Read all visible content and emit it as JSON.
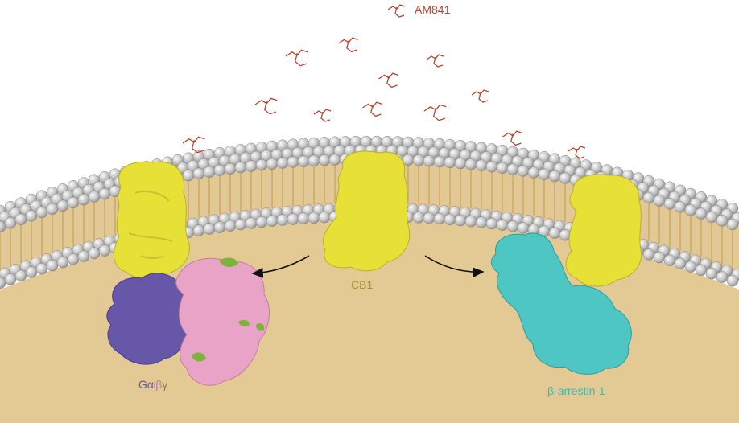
{
  "labels": {
    "ligand": "AM841",
    "receptor": "CB1",
    "g_protein": {
      "part1": "Gα",
      "part2": "i",
      "part3": "β",
      "part4": "γ"
    },
    "arrestin": "β-arrestin-1"
  },
  "colors": {
    "ligand": "#b5452e",
    "receptor": "#e6e037",
    "receptor_label": "#9a9a2a",
    "g_alpha": "#6657a8",
    "g_beta": "#e8a3c6",
    "g_gamma": "#7fb23a",
    "g_label_alpha": "#6657a8",
    "g_label_beta": "#cc7aa7",
    "g_label_gamma": "#7a8c3a",
    "arrestin": "#4ec6c3",
    "arrestin_label": "#3fb9b5",
    "cytoplasm": "#e3c993",
    "lipid_head": "#c8c8c8",
    "lipid_tail": "#c89a3c"
  },
  "arrows": [
    {
      "direction": "left"
    },
    {
      "direction": "right"
    }
  ]
}
